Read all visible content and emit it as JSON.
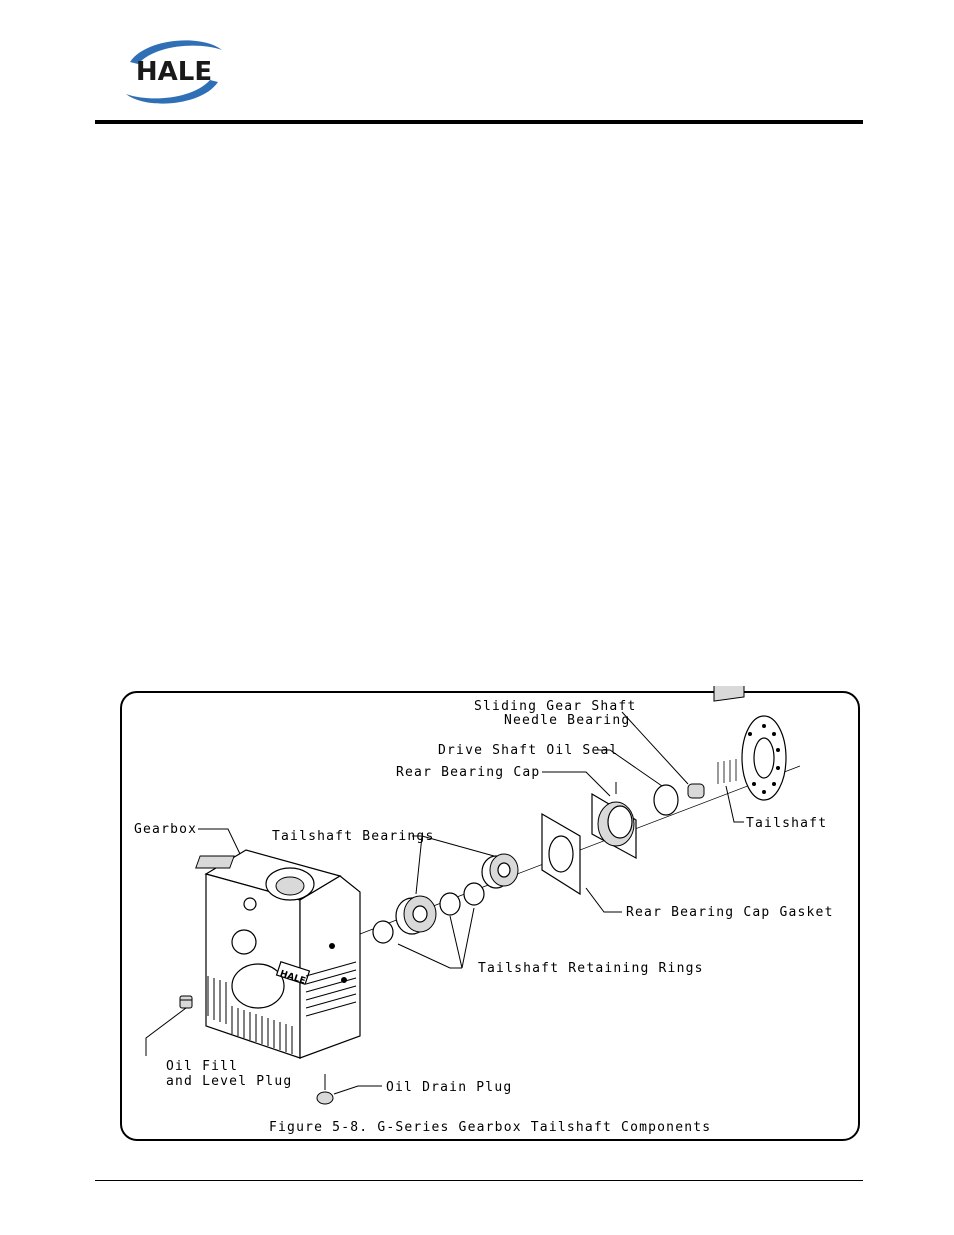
{
  "header": {
    "logo_text": "HALE",
    "brand_colors": {
      "swoosh": "#2f6fb5",
      "letters": "#1a1a1a"
    }
  },
  "figure": {
    "caption": "Figure 5-8.   G-Series Gearbox Tailshaft Components",
    "labels": {
      "sliding_gear_line1": "Sliding Gear Shaft",
      "sliding_gear_line2": "Needle Bearing",
      "drive_shaft_oil_seal": "Drive Shaft Oil Seal",
      "rear_bearing_cap": "Rear Bearing Cap",
      "tailshaft": "Tailshaft",
      "gearbox": "Gearbox",
      "tailshaft_bearings": "Tailshaft Bearings",
      "rear_bearing_cap_gasket": "Rear Bearing Cap Gasket",
      "tailshaft_retaining_rings": "Tailshaft Retaining Rings",
      "oil_fill_line1": "Oil Fill",
      "oil_fill_line2": "and Level Plug",
      "oil_drain_plug": "Oil Drain Plug"
    }
  }
}
